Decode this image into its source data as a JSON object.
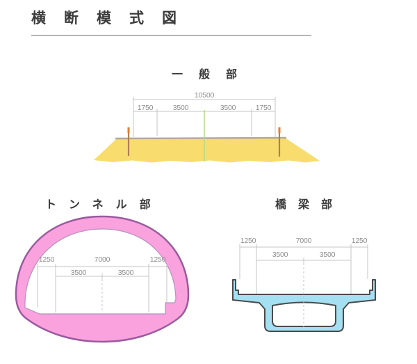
{
  "page": {
    "title": "横断模式図"
  },
  "sections": {
    "general": {
      "title": "一般部",
      "dims": {
        "total": "10500",
        "row1": [
          "1750",
          "3500",
          "3500",
          "1750"
        ]
      }
    },
    "tunnel": {
      "title": "トンネル部",
      "dims": {
        "row1": [
          "1250",
          "7000",
          "1250"
        ],
        "row2": [
          "3500",
          "3500"
        ]
      }
    },
    "bridge": {
      "title": "橋梁部",
      "dims": {
        "row1": [
          "1250",
          "7000",
          "1250"
        ],
        "row2": [
          "3500",
          "3500"
        ]
      }
    }
  },
  "colors": {
    "embankment_fill": "#f8dc6e",
    "embankment_edge": "#b2a99a",
    "centerline_green": "#b6d889",
    "post_stem": "#b08050",
    "post_cap": "#ea7b2d",
    "tunnel_fill": "#f9a2de",
    "tunnel_outline": "#9a5a9e",
    "tunnel_inner_outline": "#b193bb",
    "bridge_fill": "#a4e0f2",
    "bridge_outline": "#4a4a4a",
    "dimension_line": "#c4c4c4",
    "dimension_text": "#8d8d8d",
    "title_text": "#3b3b3b",
    "title_rule": "#b5b5b5"
  }
}
